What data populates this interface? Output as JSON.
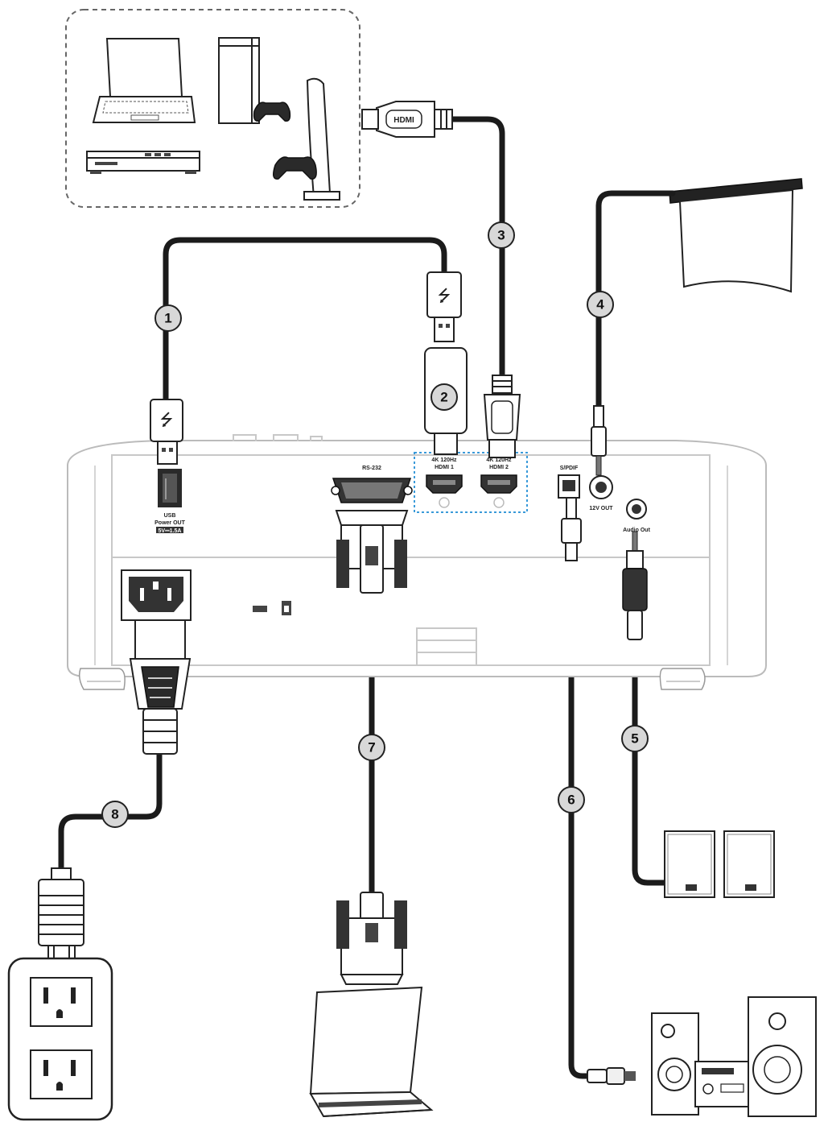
{
  "ports": {
    "usb": "USB",
    "usb_sub": "Power OUT",
    "usb_badge": "5V⎓1.5A",
    "rs232": "RS-232",
    "hdmi1_top": "4K 120Hz",
    "hdmi1": "HDMI 1",
    "hdmi2_top": "4K 120Hz",
    "hdmi2": "HDMI 2",
    "spdif": "S/PDIF",
    "out12v": "12V OUT",
    "audio_out": "Audio Out"
  },
  "hdmi_logo": "HDMI",
  "badges": [
    "1",
    "2",
    "3",
    "4",
    "5",
    "6",
    "7",
    "8"
  ],
  "colors": {
    "cable": "#1b1b1b",
    "badge_fill": "#d8d8d8",
    "highlight": "#3a9ad9"
  }
}
